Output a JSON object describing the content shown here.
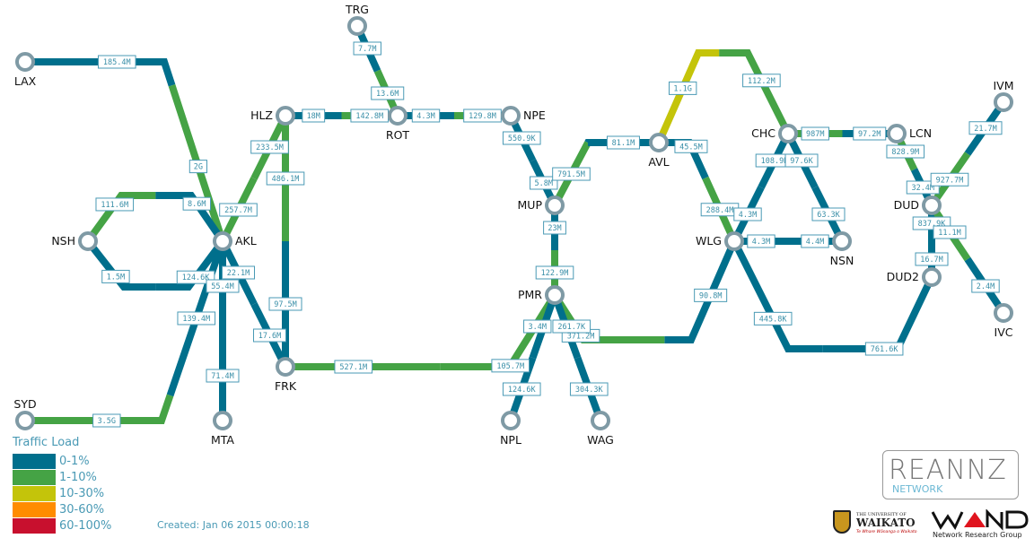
{
  "colors": {
    "load_0_1": "#006f8c",
    "load_1_10": "#45a345",
    "load_10_30": "#c4c40a",
    "load_30_60": "#ff8c00",
    "load_60_100": "#c8102e",
    "label_text": "#3a8fa8",
    "label_border": "#4a9ab5"
  },
  "nodes": [
    "LAX",
    "TRG",
    "HLZ",
    "ROT",
    "NPE",
    "AVL",
    "CHC",
    "LCN",
    "IVM",
    "NSH",
    "AKL",
    "MUP",
    "WLG",
    "NSN",
    "DUD",
    "DUD2",
    "IVC",
    "PMR",
    "SYD",
    "MTA",
    "FRK",
    "NPL",
    "WAG"
  ],
  "links": [
    {
      "from": "LAX",
      "to": "AKL",
      "out": "185.4M",
      "in": "2G",
      "out_load": "0-1%",
      "in_load": "1-10%"
    },
    {
      "from": "HLZ",
      "to": "AKL",
      "out": "233.5M",
      "in": "257.7M",
      "out_load": "1-10%",
      "in_load": "1-10%"
    },
    {
      "from": "HLZ",
      "to": "FRK",
      "out": "486.1M",
      "in": "97.5M",
      "out_load": "1-10%",
      "in_load": "0-1%"
    },
    {
      "from": "HLZ",
      "to": "ROT",
      "out": "18M",
      "in": "142.8M",
      "out_load": "0-1%",
      "in_load": "1-10%"
    },
    {
      "from": "TRG",
      "to": "ROT",
      "out": "7.7M",
      "in": "13.6M",
      "out_load": "0-1%",
      "in_load": "1-10%"
    },
    {
      "from": "ROT",
      "to": "NPE",
      "out": "4.3M",
      "in": "129.8M",
      "out_load": "0-1%",
      "in_load": "1-10%"
    },
    {
      "from": "NPE",
      "to": "MUP",
      "out": "550.9K",
      "in": "5.8M",
      "out_load": "0-1%",
      "in_load": "0-1%"
    },
    {
      "from": "MUP",
      "to": "AVL",
      "out": "791.5M",
      "in": "81.1M",
      "out_load": "1-10%",
      "in_load": "0-1%"
    },
    {
      "from": "MUP",
      "to": "PMR",
      "out": "23M",
      "in": "122.9M",
      "out_load": "0-1%",
      "in_load": "1-10%"
    },
    {
      "from": "AVL",
      "to": "CHC",
      "out": "1.1G",
      "in": "112.2M",
      "out_load": "10-30%",
      "in_load": "1-10%"
    },
    {
      "from": "AVL",
      "to": "WLG",
      "out": "45.5M",
      "in": "288.4M",
      "out_load": "0-1%",
      "in_load": "1-10%"
    },
    {
      "from": "CHC",
      "to": "LCN",
      "out": "987M",
      "in": "97.2M",
      "out_load": "1-10%",
      "in_load": "0-1%"
    },
    {
      "from": "CHC",
      "to": "WLG",
      "out": "108.9K",
      "in": "4.3M",
      "out_load": "0-1%",
      "in_load": "0-1%"
    },
    {
      "from": "CHC",
      "to": "NSN",
      "out": "97.6K",
      "in": "63.3K",
      "out_load": "0-1%",
      "in_load": "0-1%"
    },
    {
      "from": "WLG",
      "to": "NSN",
      "out": "4.3M",
      "in": "4.4M",
      "out_load": "0-1%",
      "in_load": "0-1%"
    },
    {
      "from": "LCN",
      "to": "DUD",
      "out": "828.9M",
      "in": "32.4M",
      "out_load": "1-10%",
      "in_load": "0-1%"
    },
    {
      "from": "IVM",
      "to": "DUD",
      "out": "21.7M",
      "in": "927.7M",
      "out_load": "0-1%",
      "in_load": "1-10%"
    },
    {
      "from": "DUD",
      "to": "DUD2",
      "out": "837.9K",
      "in": "16.7M",
      "out_load": "0-1%",
      "in_load": "0-1%"
    },
    {
      "from": "DUD",
      "to": "IVC",
      "out": "11.1M",
      "in": "2.4M",
      "out_load": "1-10%",
      "in_load": "0-1%"
    },
    {
      "from": "DUD2",
      "to": "WLG",
      "out": "761.6K",
      "in": "445.8K",
      "out_load": "0-1%",
      "in_load": "0-1%"
    },
    {
      "from": "WLG",
      "to": "PMR",
      "out": "90.8M",
      "in": "371.2M",
      "out_load": "0-1%",
      "in_load": "1-10%"
    },
    {
      "from": "PMR",
      "to": "FRK",
      "out": "105.7M",
      "in": "527.1M",
      "out_load": "1-10%",
      "in_load": "1-10%"
    },
    {
      "from": "PMR",
      "to": "NPL",
      "out": "3.4M",
      "in": "124.6K",
      "out_load": "0-1%",
      "in_load": "0-1%"
    },
    {
      "from": "PMR",
      "to": "WAG",
      "out": "261.7K",
      "in": "304.3K",
      "out_load": "0-1%",
      "in_load": "0-1%"
    },
    {
      "from": "NSH",
      "to": "AKL",
      "out": "111.6M",
      "in": "8.6M",
      "out_load": "1-10%",
      "in_load": "0-1%"
    },
    {
      "from": "NSH",
      "to": "AKL",
      "out": "1.5M",
      "in": "124.6K",
      "out_load": "0-1%",
      "in_load": "0-1%"
    },
    {
      "from": "AKL",
      "to": "FRK",
      "out": "22.1M",
      "in": "17.6M",
      "out_load": "0-1%",
      "in_load": "0-1%"
    },
    {
      "from": "AKL",
      "to": "MTA",
      "out": "55.4M",
      "in": "71.4M",
      "out_load": "0-1%",
      "in_load": "0-1%"
    },
    {
      "from": "AKL",
      "to": "SYD",
      "out": "139.4M",
      "in": "3.5G",
      "out_load": "0-1%",
      "in_load": "1-10%"
    }
  ],
  "legend": {
    "title": "Traffic Load",
    "items": [
      {
        "label": "0-1%",
        "color": "#006f8c"
      },
      {
        "label": "1-10%",
        "color": "#45a345"
      },
      {
        "label": "10-30%",
        "color": "#c4c40a"
      },
      {
        "label": "30-60%",
        "color": "#ff8c00"
      },
      {
        "label": "60-100%",
        "color": "#c8102e"
      }
    ]
  },
  "created": "Created: Jan 06 2015 00:00:18",
  "logos": {
    "reannz": "REANNZ",
    "reannz_sub": "NETWORK",
    "waikato_top": "THE UNIVERSITY OF",
    "waikato": "WAIKATO",
    "waikato_motto": "Te Whare Wānanga o Waikato",
    "wand": "WAND",
    "wand_sub": "Network Research Group"
  }
}
